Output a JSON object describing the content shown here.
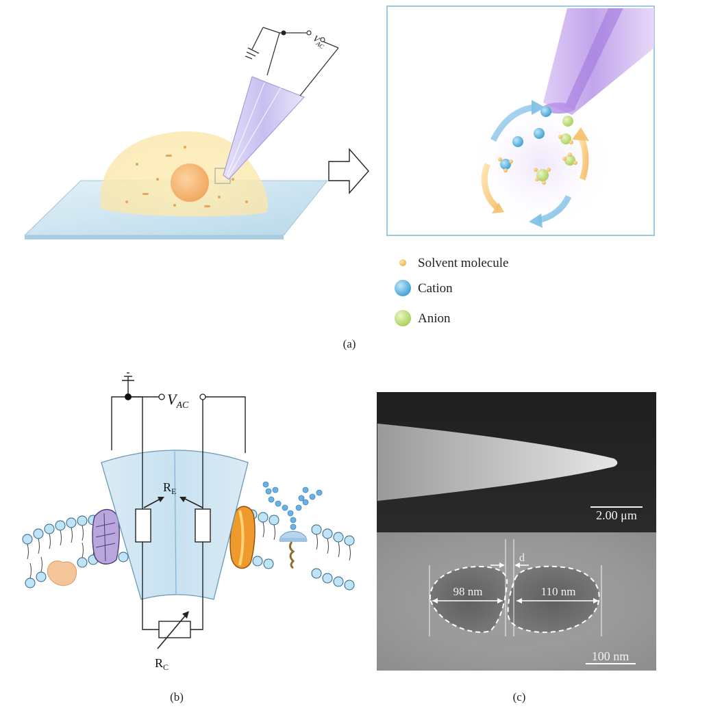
{
  "panel_a": {
    "voltage_label": "V",
    "voltage_subscript": "AC",
    "legend": [
      {
        "label": "Solvent molecule",
        "color": "#f5c96a"
      },
      {
        "label": "Cation",
        "color": "#5bb6e2"
      },
      {
        "label": "Anion",
        "color": "#c9e58a"
      }
    ],
    "caption": "(a)"
  },
  "panel_b": {
    "voltage_label": "V",
    "voltage_subscript": "AC",
    "re_label": "R",
    "re_subscript": "E",
    "rc_label": "R",
    "rc_subscript": "C",
    "caption": "(b)"
  },
  "panel_c": {
    "scale_top": "2.00 μm",
    "scale_bottom": "100 nm",
    "left_pore": "98 nm",
    "right_pore": "110 nm",
    "gap_label": "d",
    "caption": "(c)"
  },
  "colors": {
    "glass": "#cfe6f2",
    "cell": "#fbe6a8",
    "nucleus": "#f7b568",
    "pipette": "#c9c2ef",
    "cation": "#5bb6e2",
    "anion": "#c9e58a",
    "solvent": "#f5c96a",
    "membrane_head": "#bfe3f7"
  }
}
